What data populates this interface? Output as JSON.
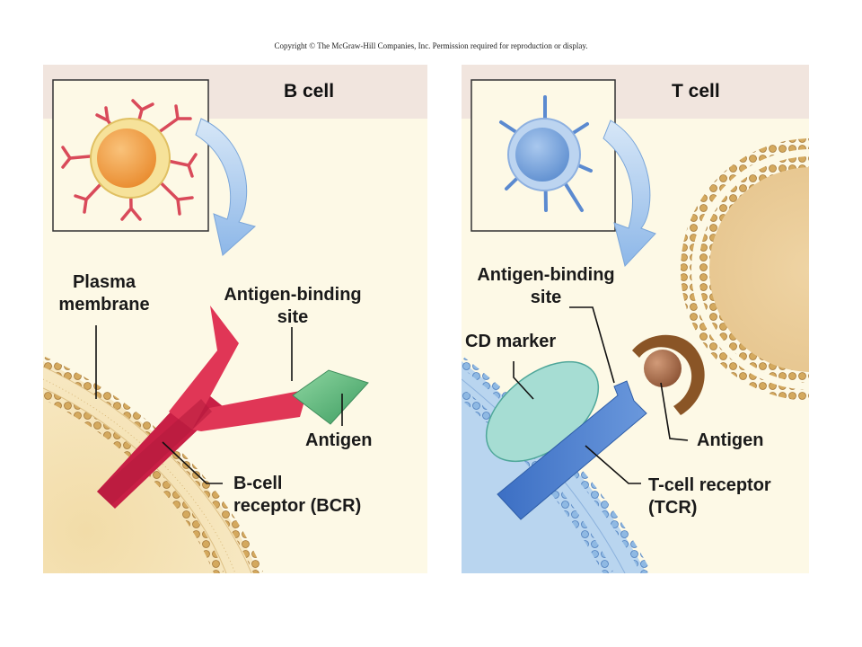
{
  "copyright": "Copyright © The McGraw-Hill Companies, Inc. Permission required for reproduction or display.",
  "b_panel": {
    "title": "B cell",
    "plasma_membrane_line1": "Plasma",
    "plasma_membrane_line2": "membrane",
    "binding_site_line1": "Antigen-binding",
    "binding_site_line2": "site",
    "antigen": "Antigen",
    "receptor_line1": "B-cell",
    "receptor_line2": "receptor (BCR)"
  },
  "t_panel": {
    "title": "T cell",
    "binding_site_line1": "Antigen-binding",
    "binding_site_line2": "site",
    "cd_marker": "CD marker",
    "antigen": "Antigen",
    "receptor_line1": "T-cell receptor",
    "receptor_line2": "(TCR)"
  },
  "colors": {
    "panel_bg": "#fdf9e6",
    "header_bg": "#f1e5de",
    "bcr_red": "#d42a4e",
    "b_cell_orange": "#f0a648",
    "t_cell_blue": "#7aa5dc",
    "tcr_blue": "#4b7ecf",
    "cd_marker_teal": "#9fd8cf",
    "antigen_green": "#5fb57a",
    "antigen_brown": "#a4694a",
    "mhc_brown": "#8a5526",
    "arrow_blue": "#9fc3ec",
    "lipid_gold": "#cfa35a"
  }
}
